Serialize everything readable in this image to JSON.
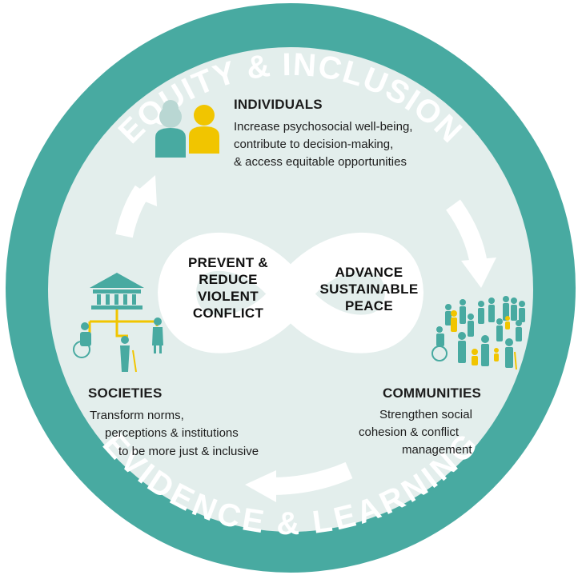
{
  "colors": {
    "ring": "#48aaa1",
    "inner": "#e3eeec",
    "accent_yellow": "#f1c500",
    "arrow": "#ffffff",
    "text": "#1c1c1c"
  },
  "ring": {
    "top_label": "EQUITY & INCLUSION",
    "bottom_label": "EVIDENCE & LEARNING"
  },
  "center": {
    "left_lines": [
      "PREVENT &",
      "REDUCE",
      "VIOLENT",
      "CONFLICT"
    ],
    "right_lines": [
      "ADVANCE",
      "SUSTAINABLE",
      "PEACE"
    ]
  },
  "individuals": {
    "title": "INDIVIDUALS",
    "lines": [
      "Increase psychosocial well-being,",
      "contribute to decision-making,",
      "& access equitable opportunities"
    ],
    "icon": "people-pair-icon"
  },
  "communities": {
    "title": "COMMUNITIES",
    "lines": [
      "Strengthen social",
      "cohesion & conflict",
      "management"
    ],
    "icon": "crowd-icon"
  },
  "societies": {
    "title": "SOCIETIES",
    "lines": [
      "Transform norms,",
      "perceptions & institutions",
      "to be more just & inclusive"
    ],
    "icon": "institution-building-icon"
  }
}
